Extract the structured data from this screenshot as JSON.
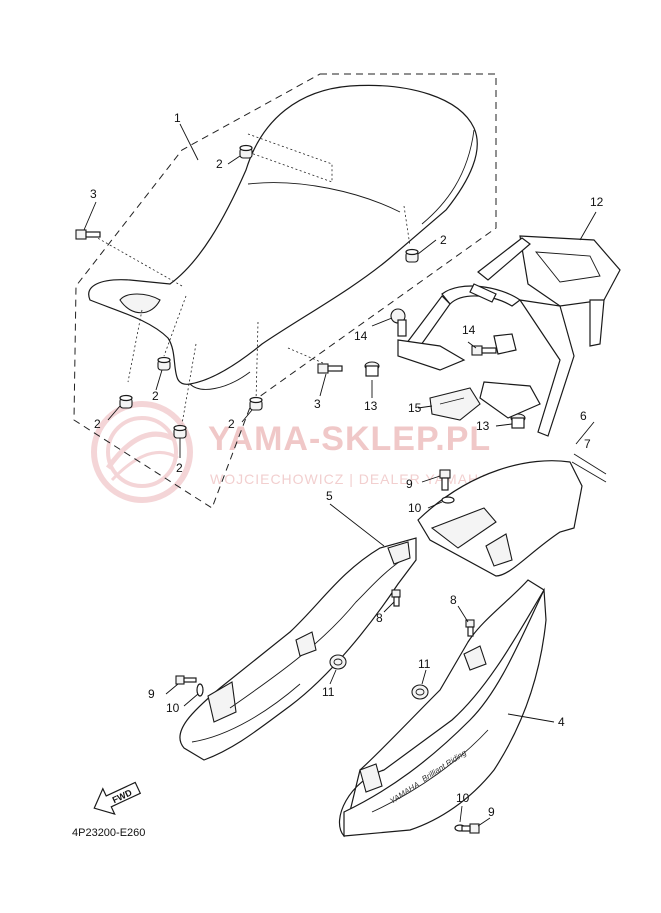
{
  "diagram": {
    "part_code": "4P23200-E260",
    "fwd_label": "FWD",
    "decal_brand": "YAMAHA",
    "decal_text": "Brilliant Riding",
    "callouts": [
      "1",
      "2",
      "2",
      "2",
      "2",
      "2",
      "2",
      "3",
      "3",
      "4",
      "5",
      "6",
      "7",
      "8",
      "8",
      "9",
      "9",
      "9",
      "10",
      "10",
      "10",
      "11",
      "11",
      "12",
      "13",
      "13",
      "14",
      "14",
      "15"
    ]
  },
  "watermark": {
    "title": "YAMA-SKLEP.PL",
    "subtitle": "WOJCIECHOWICZ | DEALER YAMAHA",
    "accent": "#d9363e"
  }
}
